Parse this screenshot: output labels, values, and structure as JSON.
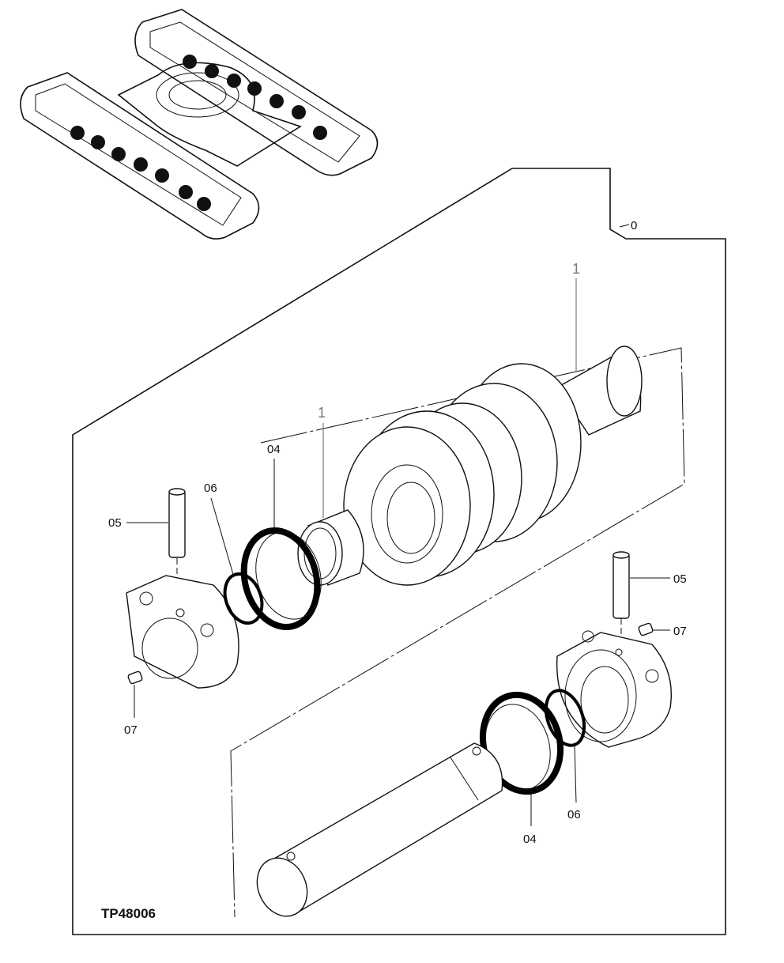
{
  "figure": {
    "id": "TP48006",
    "callouts": {
      "assembly": "0",
      "roller_upper": "1",
      "roller_lower": "1",
      "seal_left": "04",
      "seal_right": "04",
      "pin_left": "05",
      "pin_right": "05",
      "oring_left": "06",
      "oring_right": "06",
      "plug_left": "07",
      "plug_right": "07"
    }
  }
}
